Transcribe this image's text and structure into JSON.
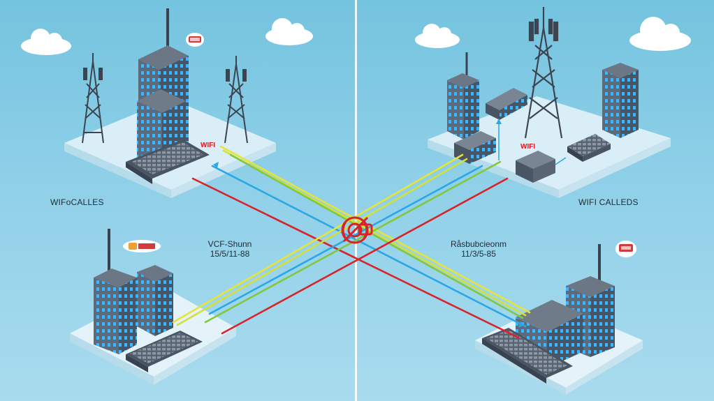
{
  "labels": {
    "top_left_caption": "WIFoCALLES",
    "top_right_caption": "WIFI CALLEDS",
    "left_center_line1": "VCF-Shunn",
    "left_center_line2": "15/5/11-88",
    "right_center_line1": "Råsbubcieonm",
    "right_center_line2": "11/3/5-85",
    "wifi_tag_left": "WIFI",
    "wifi_tag_right": "WIFI"
  },
  "colors": {
    "background": "#8fd0e8",
    "platform": "#eef8fc",
    "building_dark": "#4a5563",
    "building_light": "#6c7786",
    "window_glow": "#3fb4ff",
    "link_yellow": "#e6e43a",
    "link_green": "#82c83f",
    "link_blue": "#2aa7e6",
    "link_red": "#d8232a"
  },
  "icons": {
    "cloud": "cloud-icon",
    "tower": "cell-tower-icon",
    "server": "server-rack-icon",
    "hub": "crossed-signal-icon",
    "badge": "status-badge-icon"
  }
}
